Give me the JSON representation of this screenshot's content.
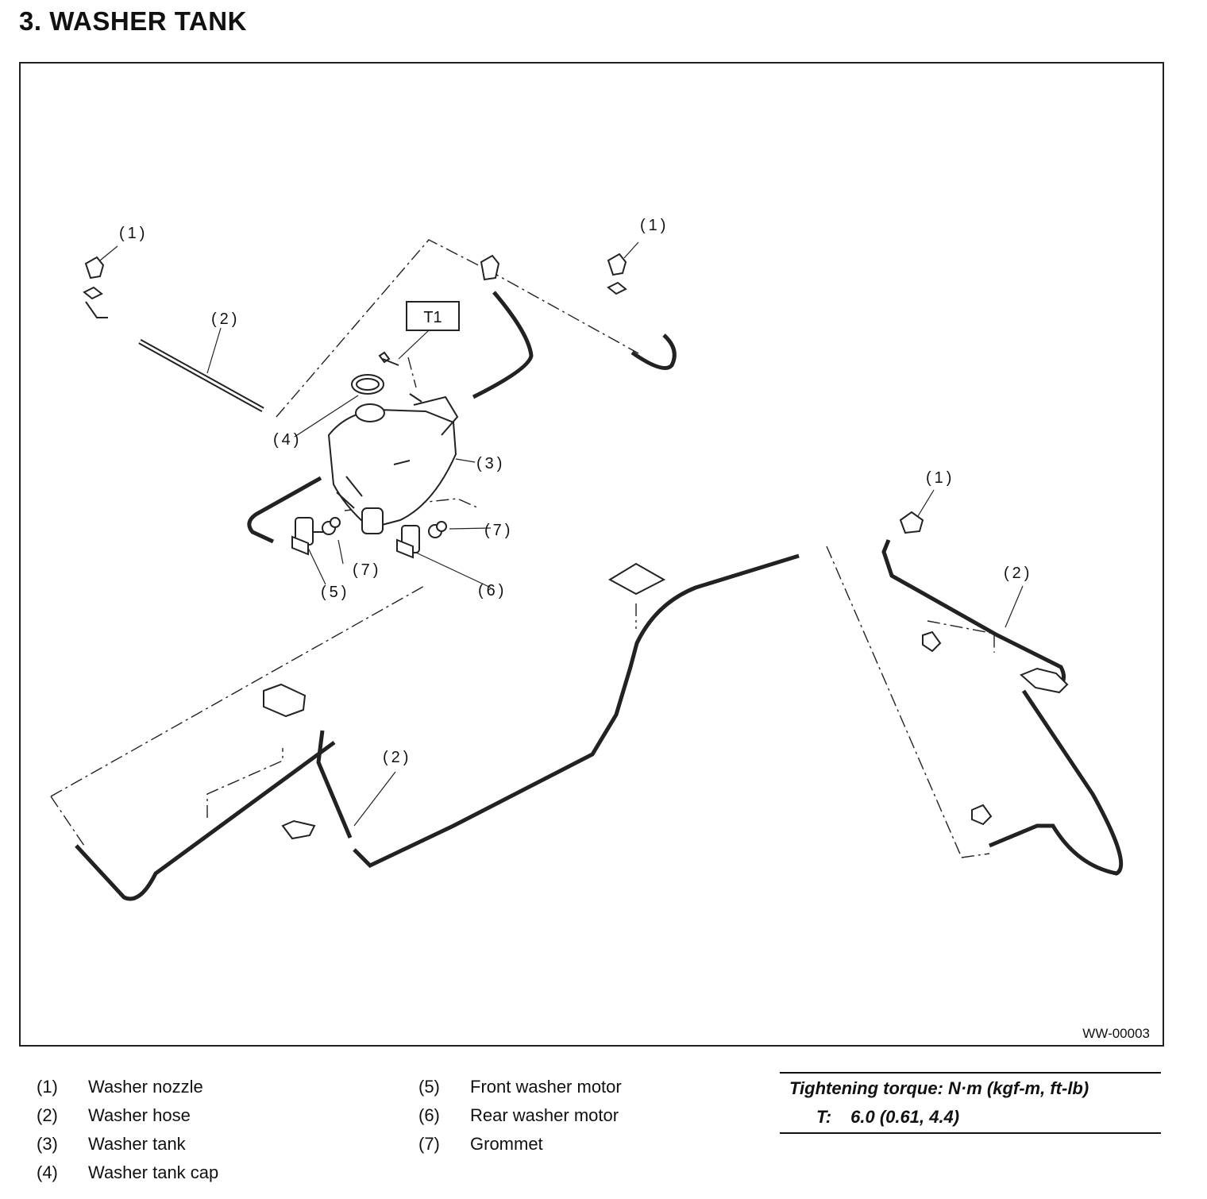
{
  "title": "3.  WASHER TANK",
  "figure": {
    "id": "WW-00003",
    "torque_box_label": "T1",
    "callouts": {
      "c1": "(1)",
      "c2": "(2)",
      "c3": "(3)",
      "c4": "(4)",
      "c5": "(5)",
      "c6": "(6)",
      "c7": "(7)"
    }
  },
  "legend": [
    {
      "num": "(1)",
      "label": "Washer nozzle"
    },
    {
      "num": "(2)",
      "label": "Washer hose"
    },
    {
      "num": "(3)",
      "label": "Washer tank"
    },
    {
      "num": "(4)",
      "label": "Washer tank cap"
    },
    {
      "num": "(5)",
      "label": "Front washer motor"
    },
    {
      "num": "(6)",
      "label": "Rear washer motor"
    },
    {
      "num": "(7)",
      "label": "Grommet"
    }
  ],
  "torque": {
    "heading": "Tightening torque: N·m (kgf-m, ft-lb)",
    "symbol": "T:",
    "value": "6.0 (0.61, 4.4)"
  }
}
